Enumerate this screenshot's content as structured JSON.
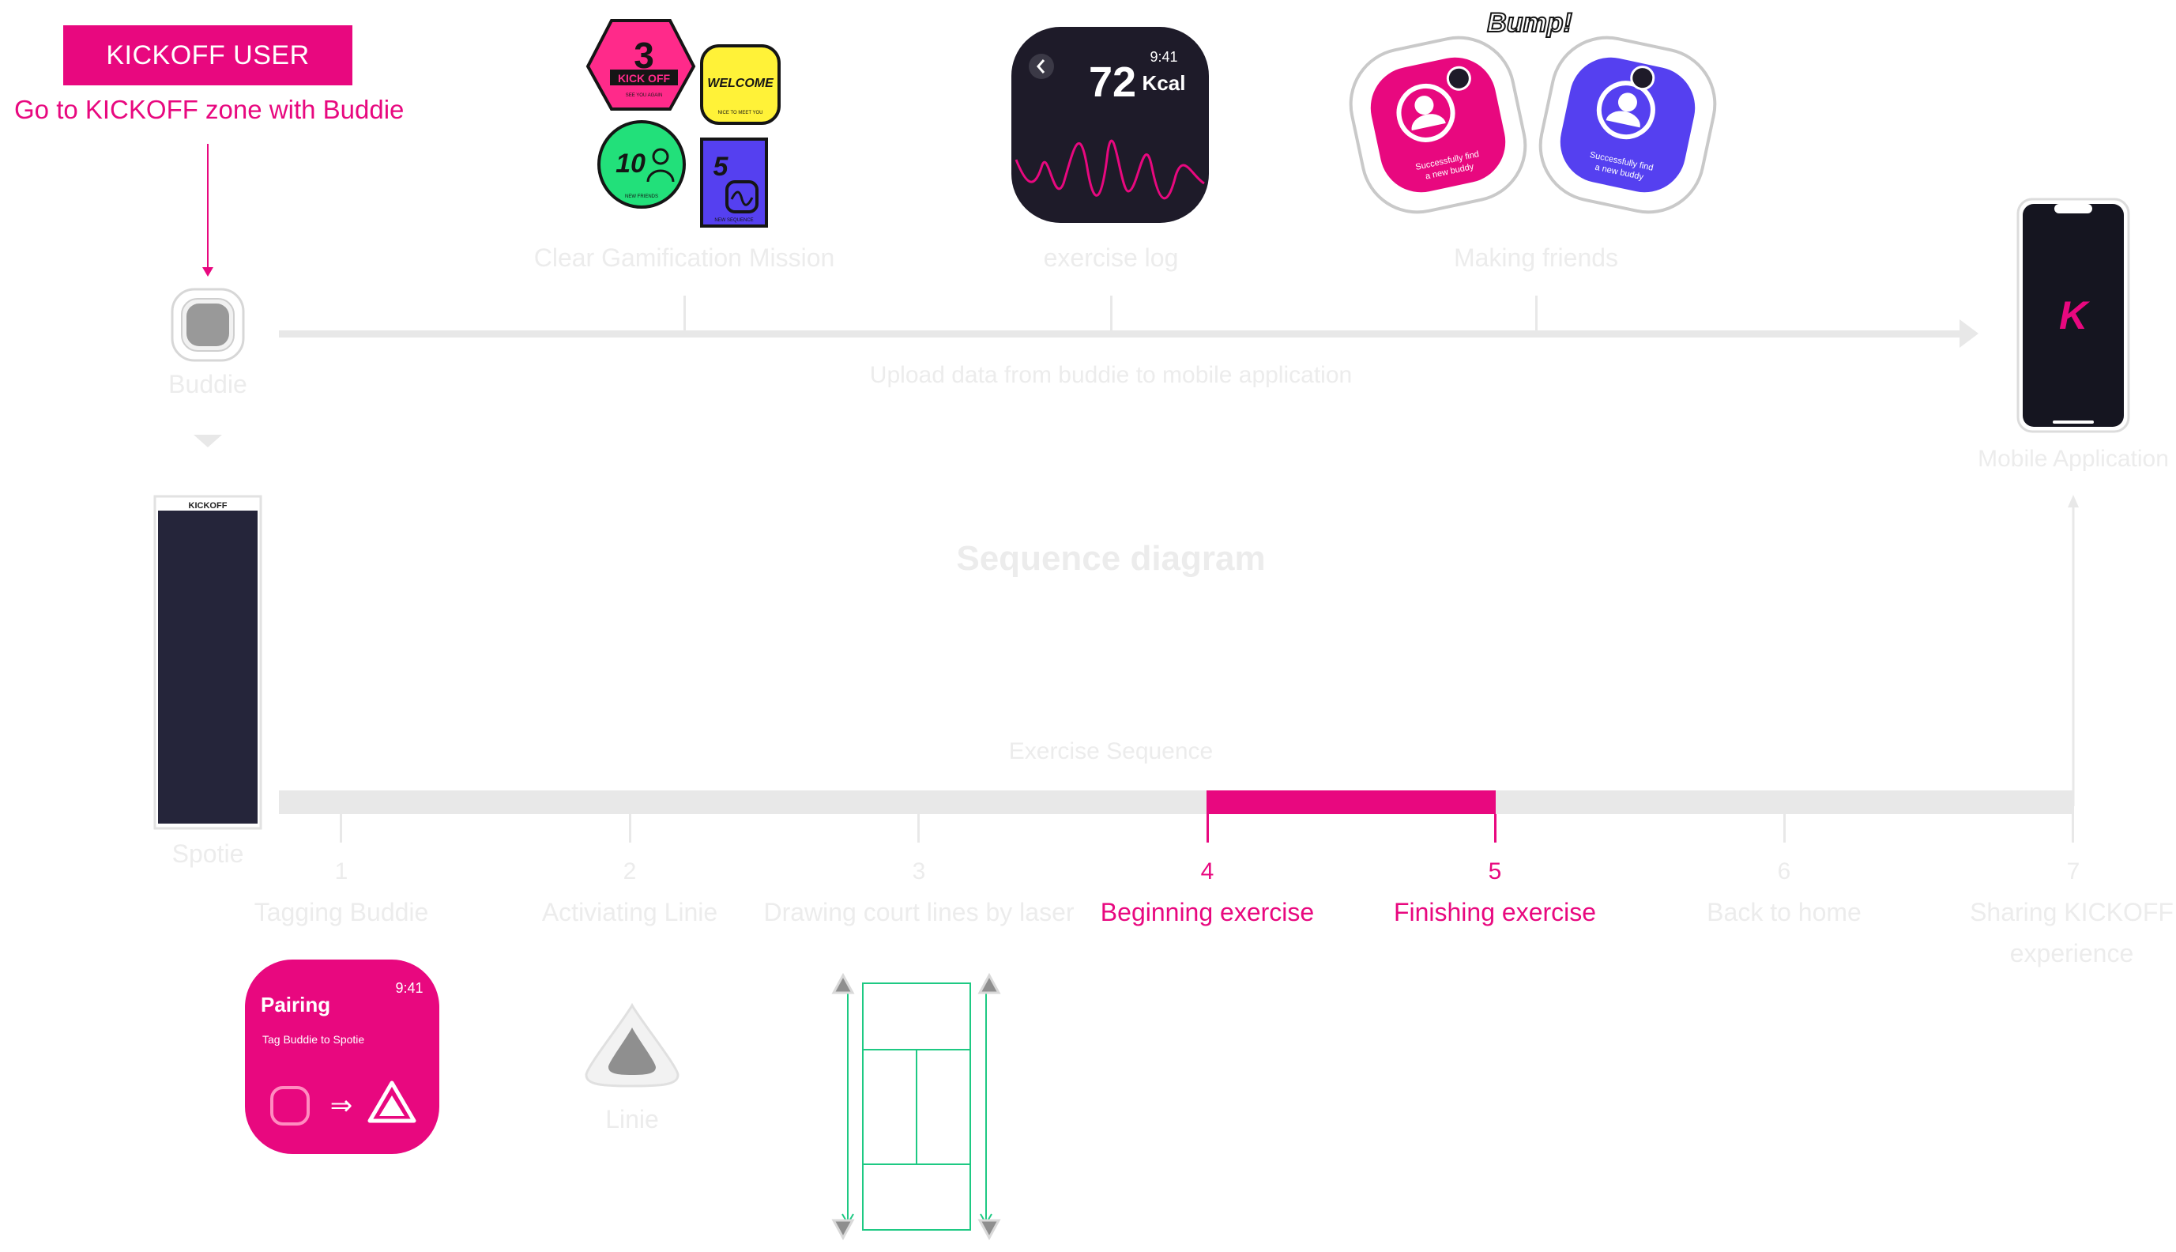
{
  "user": {
    "badge": "KICKOFF USER",
    "instruction": "Go to KICKOFF zone with Buddie"
  },
  "devices": {
    "buddie": "Buddie",
    "spotie": "Spotie",
    "linie": "Linie",
    "mobile": "Mobile Application",
    "spotie_brand": "KICKOFF",
    "mobile_logo": "K"
  },
  "upload_flow": {
    "label": "Upload data from buddie to mobile application",
    "milestones": [
      {
        "label": "Clear Gamification Mission"
      },
      {
        "label": "exercise log"
      },
      {
        "label": "Making friends"
      }
    ]
  },
  "diagram_title": "Sequence diagram",
  "exercise": {
    "title": "Exercise Sequence",
    "steps": [
      {
        "num": "1",
        "label": "Tagging Buddie",
        "active": false
      },
      {
        "num": "2",
        "label": "Activiating Linie",
        "active": false
      },
      {
        "num": "3",
        "label": "Drawing court lines by laser",
        "active": false
      },
      {
        "num": "4",
        "label": "Beginning exercise",
        "active": true
      },
      {
        "num": "5",
        "label": "Finishing exercise",
        "active": true
      },
      {
        "num": "6",
        "label": "Back to home",
        "active": false
      },
      {
        "num": "7",
        "label": "Sharing KICKOFF",
        "label2": "experience",
        "active": false
      }
    ]
  },
  "badges": {
    "kickoff_num": "3",
    "kickoff_text": "KICK OFF",
    "kickoff_sub": "SEE YOU AGAIN",
    "welcome_text": "WELCOME",
    "welcome_sub": "NICE TO MEET YOU",
    "friends_num": "10",
    "friends_sub": "NEW FRIENDS",
    "sequence_num": "5",
    "sequence_sub": "NEW SEQUENCE"
  },
  "watch": {
    "time": "9:41",
    "kcal_value": "72",
    "kcal_unit": "Kcal"
  },
  "bump": {
    "label": "Bump!",
    "message_line1": "Successfully find",
    "message_line2": "a new buddy"
  },
  "pairing": {
    "title": "Pairing",
    "time": "9:41",
    "subtitle": "Tag Buddie to Spotie",
    "arrow": "⇒"
  },
  "colors": {
    "accent": "#e8087f",
    "faint": "#ececec",
    "badge_yellow": "#fff238",
    "badge_green": "#22e07a",
    "badge_blue": "#5540f0",
    "watch_bg": "#1e1b29",
    "court_line": "#1ec983"
  }
}
